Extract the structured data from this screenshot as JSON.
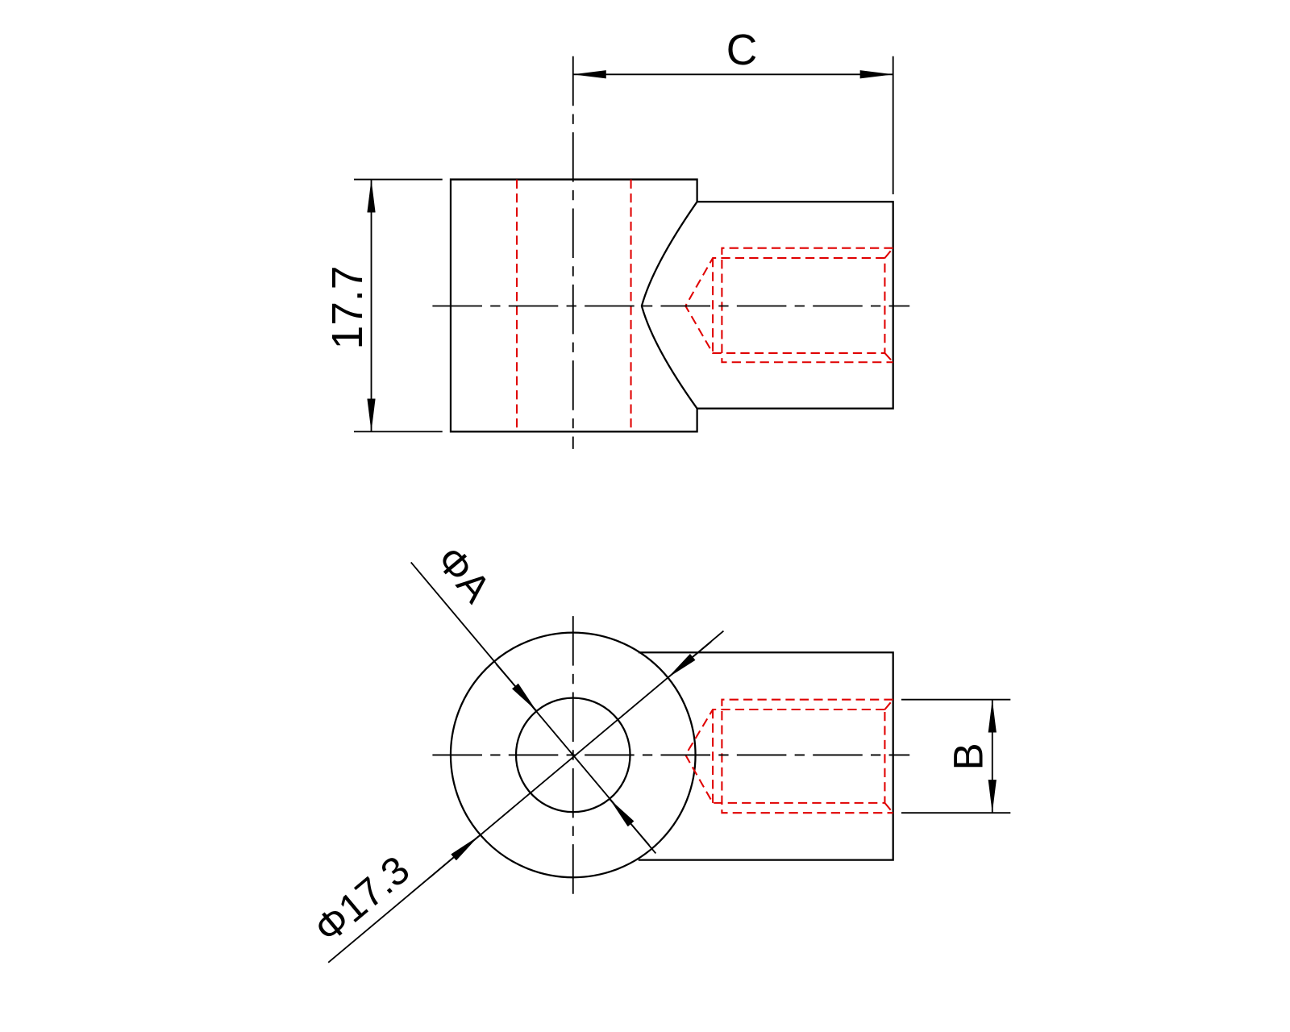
{
  "drawing": {
    "dimensions": {
      "length_c": "C",
      "height_top": "17.7",
      "hole_dia": "ΦA",
      "outer_dia": "Φ17.3",
      "hole_width": "B"
    },
    "colors": {
      "object": "#000000",
      "hidden": "#e00000"
    }
  }
}
